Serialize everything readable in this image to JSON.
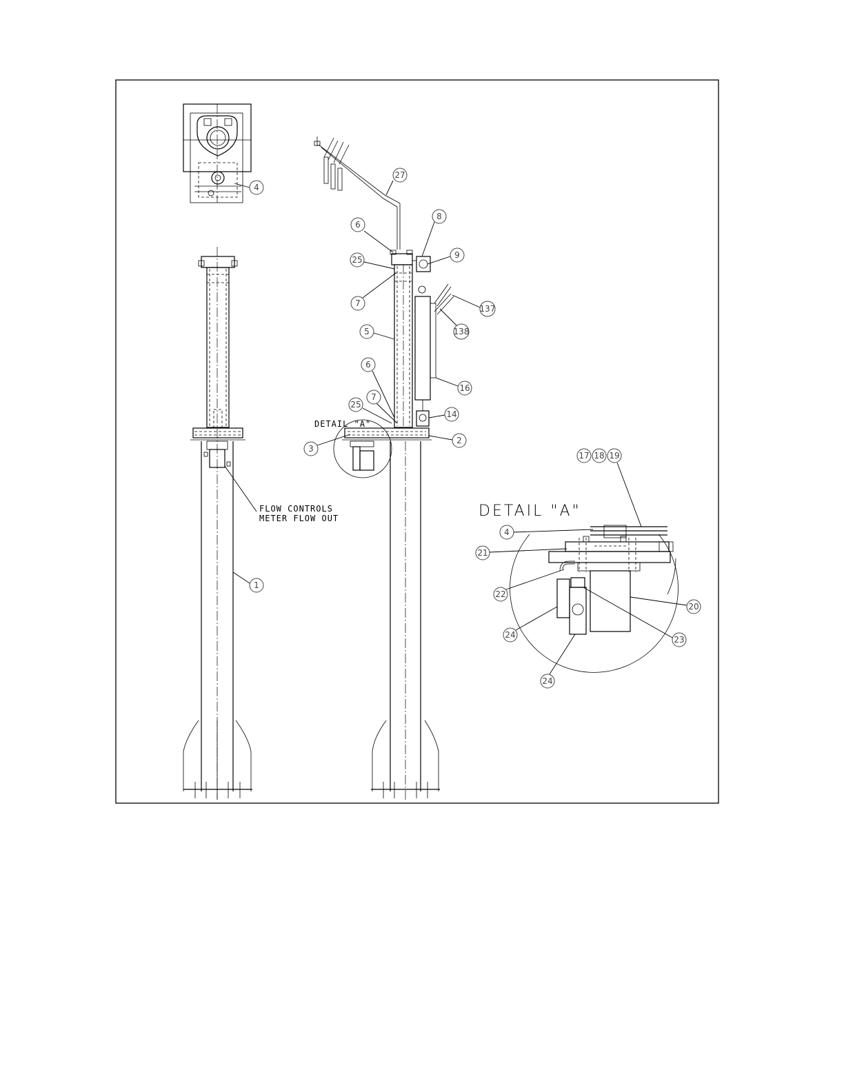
{
  "notes": {
    "flow_line1": "FLOW CONTROLS",
    "flow_line2": "METER FLOW OUT",
    "detail_label_small": "DETAIL \"A\"",
    "detail_label_big": "DETAIL \"A\""
  },
  "balloons": {
    "b4_top": "4",
    "b1": "1",
    "b27": "27",
    "b6_top": "6",
    "b8": "8",
    "b9": "9",
    "b25_top": "25",
    "b7_top": "7",
    "b137": "137",
    "b138": "138",
    "b5": "5",
    "b6_low": "6",
    "b16": "16",
    "b7_low": "7",
    "b25_low": "25",
    "b14": "14",
    "b3": "3",
    "b2": "2",
    "b17": "17",
    "b18": "18",
    "b19": "19",
    "b4_detail": "4",
    "b21": "21",
    "b22": "22",
    "b20": "20",
    "b24_a": "24",
    "b23": "23",
    "b24_b": "24"
  }
}
